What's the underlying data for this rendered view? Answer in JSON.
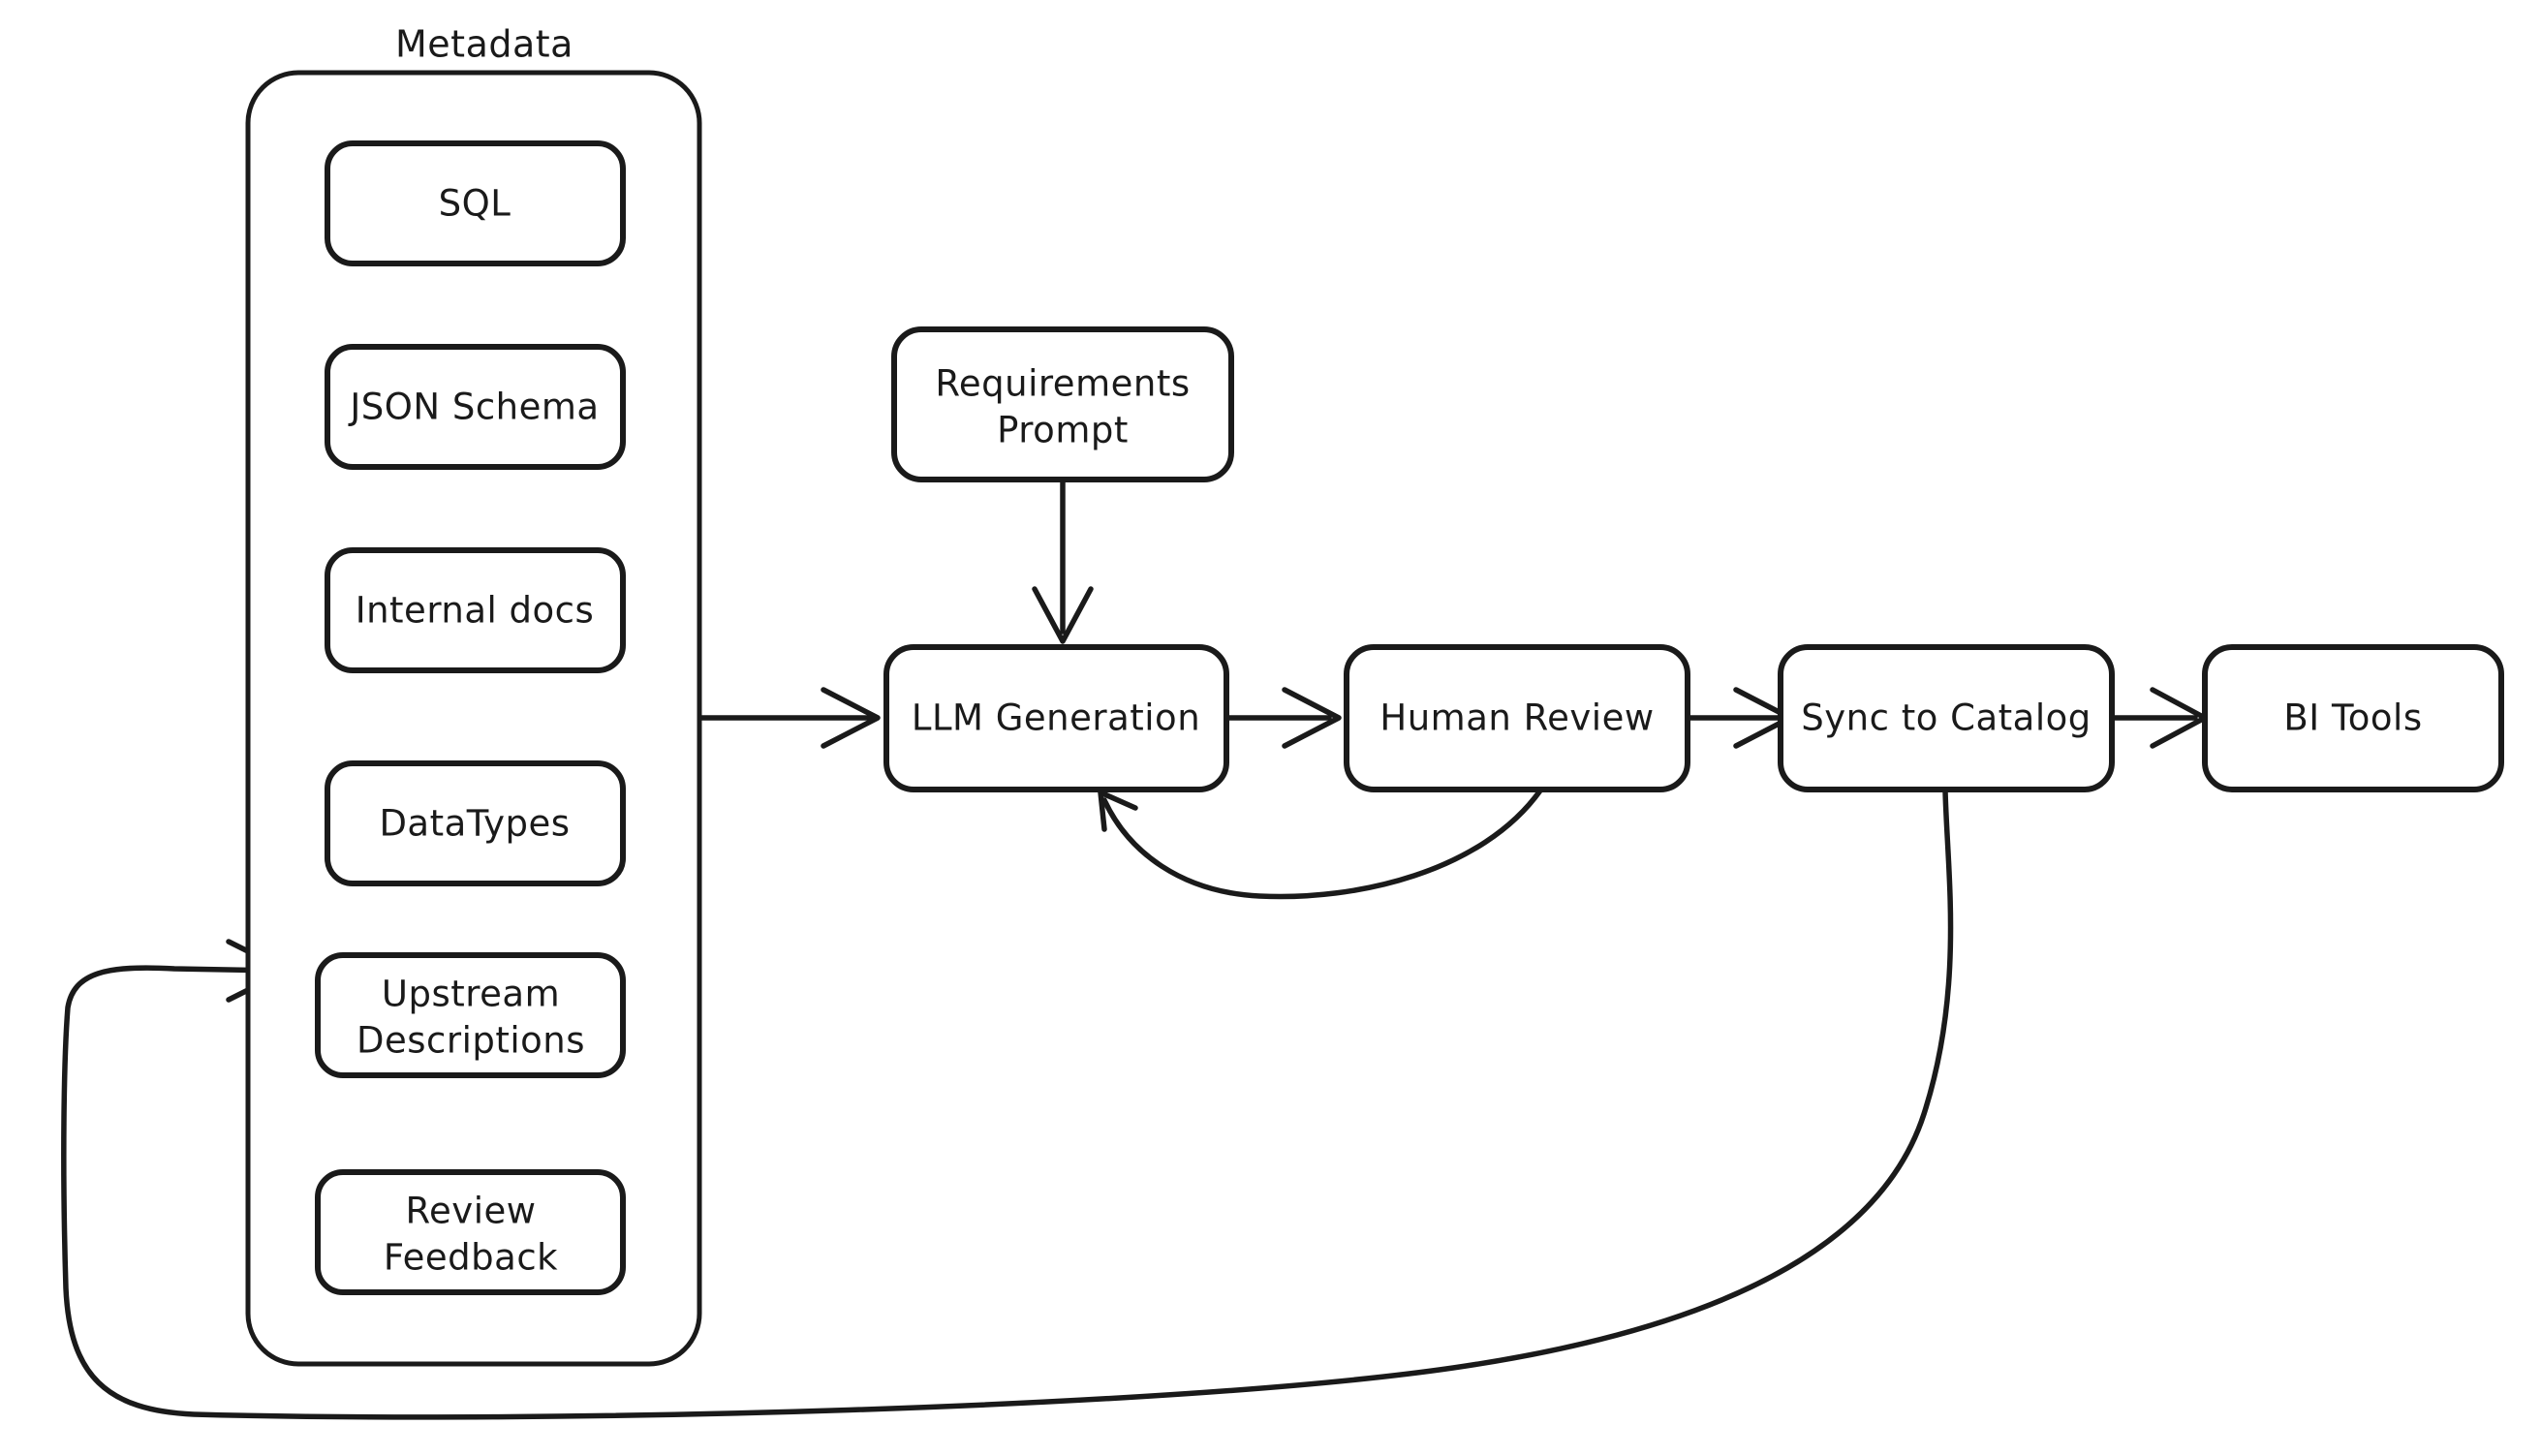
{
  "diagram": {
    "title_visible": false,
    "background_color": "#ffffff",
    "stroke_color": "#1a1a1a",
    "style": "hand-drawn-rough",
    "groups": [
      {
        "id": "metadata-group",
        "label": "Metadata",
        "items": [
          {
            "id": "sql",
            "label": "SQL"
          },
          {
            "id": "json-schema",
            "label": "JSON Schema"
          },
          {
            "id": "internal-docs",
            "label": "Internal docs"
          },
          {
            "id": "data-types",
            "label": "DataTypes"
          },
          {
            "id": "upstream-descriptions",
            "label": "Upstream\nDescriptions",
            "line1": "Upstream",
            "line2": "Descriptions"
          },
          {
            "id": "review-feedback",
            "label": "Review\nFeedback",
            "line1": "Review",
            "line2": "Feedback"
          }
        ]
      }
    ],
    "nodes": [
      {
        "id": "requirements-prompt",
        "label": "Requirements\nPrompt",
        "line1": "Requirements",
        "line2": "Prompt"
      },
      {
        "id": "llm-generation",
        "label": "LLM Generation"
      },
      {
        "id": "human-review",
        "label": "Human Review"
      },
      {
        "id": "sync-to-catalog",
        "label": "Sync to Catalog"
      },
      {
        "id": "bi-tools",
        "label": "BI Tools"
      }
    ],
    "edges": [
      {
        "id": "edge-metadata-to-llm",
        "from": "metadata-group",
        "to": "llm-generation",
        "label": "",
        "arrow": true
      },
      {
        "id": "edge-requirements-to-llm",
        "from": "requirements-prompt",
        "to": "llm-generation",
        "label": "",
        "arrow": true
      },
      {
        "id": "edge-llm-to-review",
        "from": "llm-generation",
        "to": "human-review",
        "label": "",
        "arrow": true
      },
      {
        "id": "edge-review-to-sync",
        "from": "human-review",
        "to": "sync-to-catalog",
        "label": "",
        "arrow": true
      },
      {
        "id": "edge-sync-to-bi",
        "from": "sync-to-catalog",
        "to": "bi-tools",
        "label": "",
        "arrow": true
      },
      {
        "id": "edge-review-back-to-llm",
        "from": "human-review",
        "to": "llm-generation",
        "label": "",
        "arrow": true
      },
      {
        "id": "edge-sync-to-upstream",
        "from": "sync-to-catalog",
        "to": "upstream-descriptions",
        "label": "",
        "arrow": true
      }
    ]
  }
}
